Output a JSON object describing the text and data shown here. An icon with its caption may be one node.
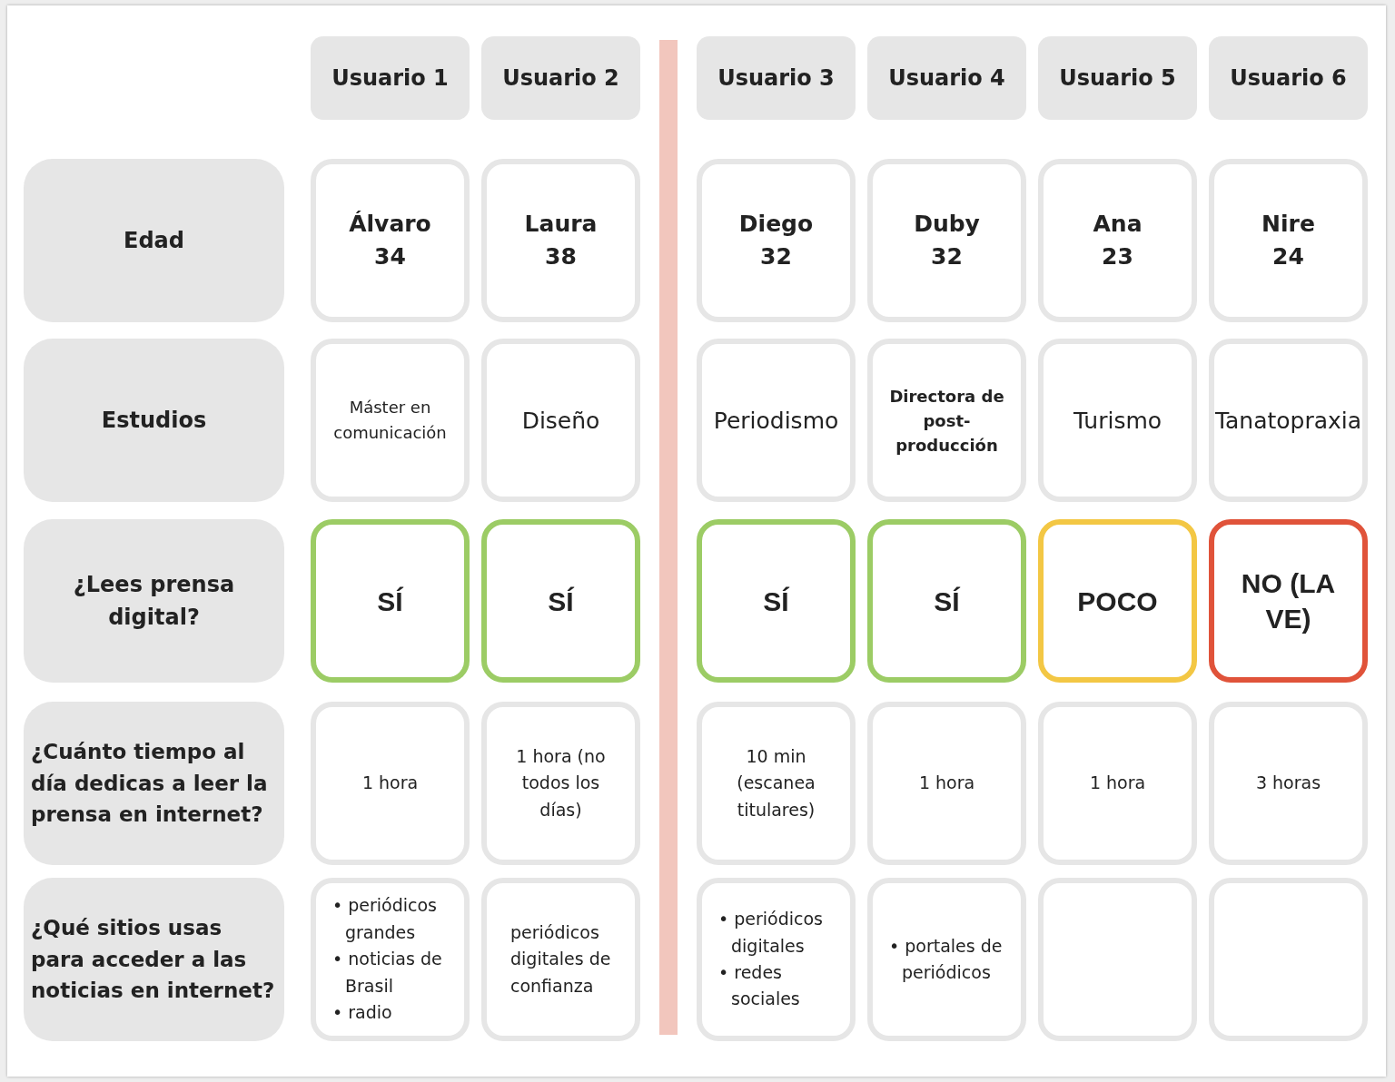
{
  "diagram": {
    "nodes": [
      {
        "text": [
          "Usuario 1"
        ]
      },
      {
        "text": [
          "Usuario 2"
        ]
      },
      {
        "text": [
          "Usuario 3"
        ]
      },
      {
        "text": [
          "Usuario 4"
        ]
      },
      {
        "text": [
          "Usuario 5"
        ]
      },
      {
        "text": [
          "Usuario 6"
        ]
      },
      {
        "text": [
          "Edad"
        ]
      },
      {
        "text": [
          "Álvaro",
          "34"
        ]
      },
      {
        "text": [
          "Laura",
          "38"
        ]
      },
      {
        "text": [
          "Diego",
          "32"
        ]
      },
      {
        "text": [
          "Duby",
          "32"
        ]
      },
      {
        "text": [
          "Ana",
          "23"
        ]
      },
      {
        "text": [
          "Nire",
          "24"
        ]
      },
      {
        "text": [
          "Estudios"
        ]
      },
      {
        "text": [
          "Máster en comunicación"
        ]
      },
      {
        "text": [
          "Diseño"
        ]
      },
      {
        "text": [
          "Periodismo"
        ]
      },
      {
        "text": [
          "Directora de post-producción"
        ]
      },
      {
        "text": [
          "Turismo"
        ]
      },
      {
        "text": [
          "Tanatopraxia"
        ]
      },
      {
        "text": [
          "¿Lees prensa digital?"
        ]
      },
      {
        "text": [
          "SÍ"
        ]
      },
      {
        "text": [
          "SÍ"
        ]
      },
      {
        "text": [
          "SÍ"
        ]
      },
      {
        "text": [
          "SÍ"
        ]
      },
      {
        "text": [
          "POCO"
        ]
      },
      {
        "text": [
          "NO (LA VE)"
        ]
      },
      {
        "text": [
          "¿Cuánto tiempo al día dedicas a leer la prensa en internet?"
        ]
      },
      {
        "text": [
          "1 hora"
        ]
      },
      {
        "text": [
          "1 hora (no todos los días)"
        ]
      },
      {
        "text": [
          "10 min (escanea titulares)"
        ]
      },
      {
        "text": [
          "1 hora"
        ]
      },
      {
        "text": [
          "1 hora"
        ]
      },
      {
        "text": [
          "3 horas"
        ]
      },
      {
        "text": [
          "¿Qué sitios usas para acceder a las noticias en internet?"
        ]
      },
      {
        "text": [
          "• periódicos grandes",
          "• noticias de Brasil",
          "• radio"
        ]
      },
      {
        "text": [
          "periódicos digitales de confianza"
        ]
      },
      {
        "text": [
          "• periódicos digitales",
          "• redes sociales"
        ]
      },
      {
        "text": [
          "• portales de periódicos"
        ]
      },
      {
        "text": [],
        "shape": "box"
      },
      {
        "text": [],
        "shape": "box"
      },
      {
        "text": [],
        "shape": "bar"
      }
    ]
  }
}
